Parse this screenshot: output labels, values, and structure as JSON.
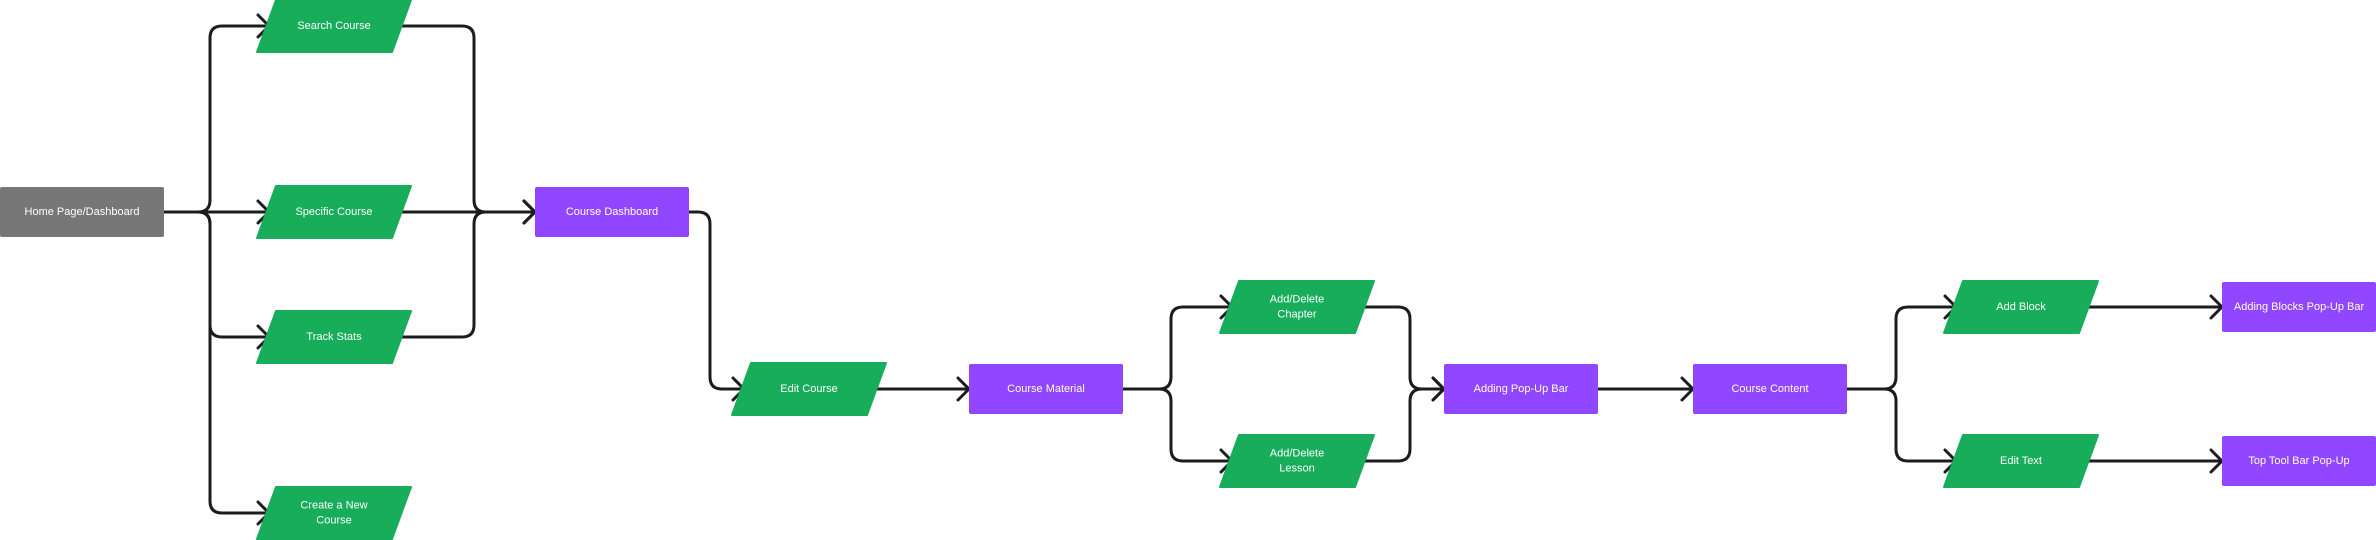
{
  "colors": {
    "start": "#777777",
    "process": "#9146ff",
    "io": "#17ad5a",
    "edge": "#1c1c1c",
    "text": "#ffffff",
    "background": "#ffffff"
  },
  "nodes": {
    "home": {
      "lines": [
        "Home Page/Dashboard"
      ],
      "shape": "rect",
      "role": "start"
    },
    "search_course": {
      "lines": [
        "Search Course"
      ],
      "shape": "parallelogram",
      "role": "io"
    },
    "specific_course": {
      "lines": [
        "Specific Course"
      ],
      "shape": "parallelogram",
      "role": "io"
    },
    "track_stats": {
      "lines": [
        "Track Stats"
      ],
      "shape": "parallelogram",
      "role": "io"
    },
    "create_course": {
      "lines": [
        "Create a New",
        "Course"
      ],
      "shape": "parallelogram",
      "role": "io"
    },
    "course_dashboard": {
      "lines": [
        "Course Dashboard"
      ],
      "shape": "rect",
      "role": "process"
    },
    "edit_course": {
      "lines": [
        "Edit Course"
      ],
      "shape": "parallelogram",
      "role": "io"
    },
    "course_material": {
      "lines": [
        "Course Material"
      ],
      "shape": "rect",
      "role": "process"
    },
    "add_delete_chapter": {
      "lines": [
        "Add/Delete",
        "Chapter"
      ],
      "shape": "parallelogram",
      "role": "io"
    },
    "add_delete_lesson": {
      "lines": [
        "Add/Delete",
        "Lesson"
      ],
      "shape": "parallelogram",
      "role": "io"
    },
    "adding_popup_bar": {
      "lines": [
        "Adding Pop-Up Bar"
      ],
      "shape": "rect",
      "role": "process"
    },
    "course_content": {
      "lines": [
        "Course Content"
      ],
      "shape": "rect",
      "role": "process"
    },
    "add_block": {
      "lines": [
        "Add Block"
      ],
      "shape": "parallelogram",
      "role": "io"
    },
    "edit_text": {
      "lines": [
        "Edit Text"
      ],
      "shape": "parallelogram",
      "role": "io"
    },
    "adding_blocks_popup_bar": {
      "lines": [
        "Adding Blocks Pop-Up Bar"
      ],
      "shape": "rect",
      "role": "process"
    },
    "top_tool_bar_popup": {
      "lines": [
        "Top Tool Bar Pop-Up"
      ],
      "shape": "rect",
      "role": "process"
    }
  },
  "edges": [
    {
      "from": "home",
      "to": "search_course"
    },
    {
      "from": "home",
      "to": "specific_course"
    },
    {
      "from": "home",
      "to": "track_stats"
    },
    {
      "from": "home",
      "to": "create_course"
    },
    {
      "from": "search_course",
      "to": "course_dashboard"
    },
    {
      "from": "specific_course",
      "to": "course_dashboard"
    },
    {
      "from": "track_stats",
      "to": "course_dashboard"
    },
    {
      "from": "course_dashboard",
      "to": "edit_course"
    },
    {
      "from": "edit_course",
      "to": "course_material"
    },
    {
      "from": "course_material",
      "to": "add_delete_chapter"
    },
    {
      "from": "course_material",
      "to": "add_delete_lesson"
    },
    {
      "from": "add_delete_chapter",
      "to": "adding_popup_bar"
    },
    {
      "from": "add_delete_lesson",
      "to": "adding_popup_bar"
    },
    {
      "from": "adding_popup_bar",
      "to": "course_content"
    },
    {
      "from": "course_content",
      "to": "add_block"
    },
    {
      "from": "course_content",
      "to": "edit_text"
    },
    {
      "from": "add_block",
      "to": "adding_blocks_popup_bar"
    },
    {
      "from": "edit_text",
      "to": "top_tool_bar_popup"
    }
  ]
}
